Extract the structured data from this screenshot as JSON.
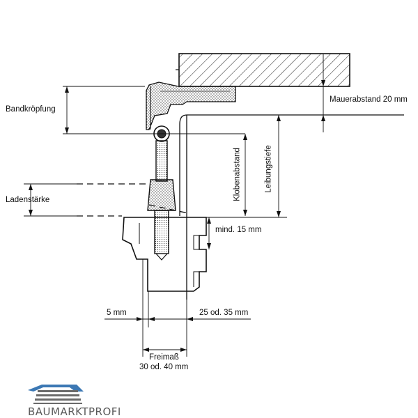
{
  "labels": {
    "bandkroepfung": "Bandkröpfung",
    "ladenstaerke": "Ladenstärke",
    "mauerabstand": "Mauerabstand 20 mm",
    "klobenabstand": "Klobenabstand",
    "leibungstiefe": "Leibungstiefe",
    "mind": "mind. 15 mm",
    "five_mm": "5 mm",
    "twentyfive": "25 od. 35 mm",
    "freimass": "Freimaß",
    "thirty": "30 od. 40 mm"
  },
  "logo": {
    "text": "BAUMARKTPROFI"
  },
  "colors": {
    "line": "#111111",
    "hatch": "#222222",
    "logo_blue": "#3c78b4",
    "logo_gray": "#6a6a6a"
  }
}
